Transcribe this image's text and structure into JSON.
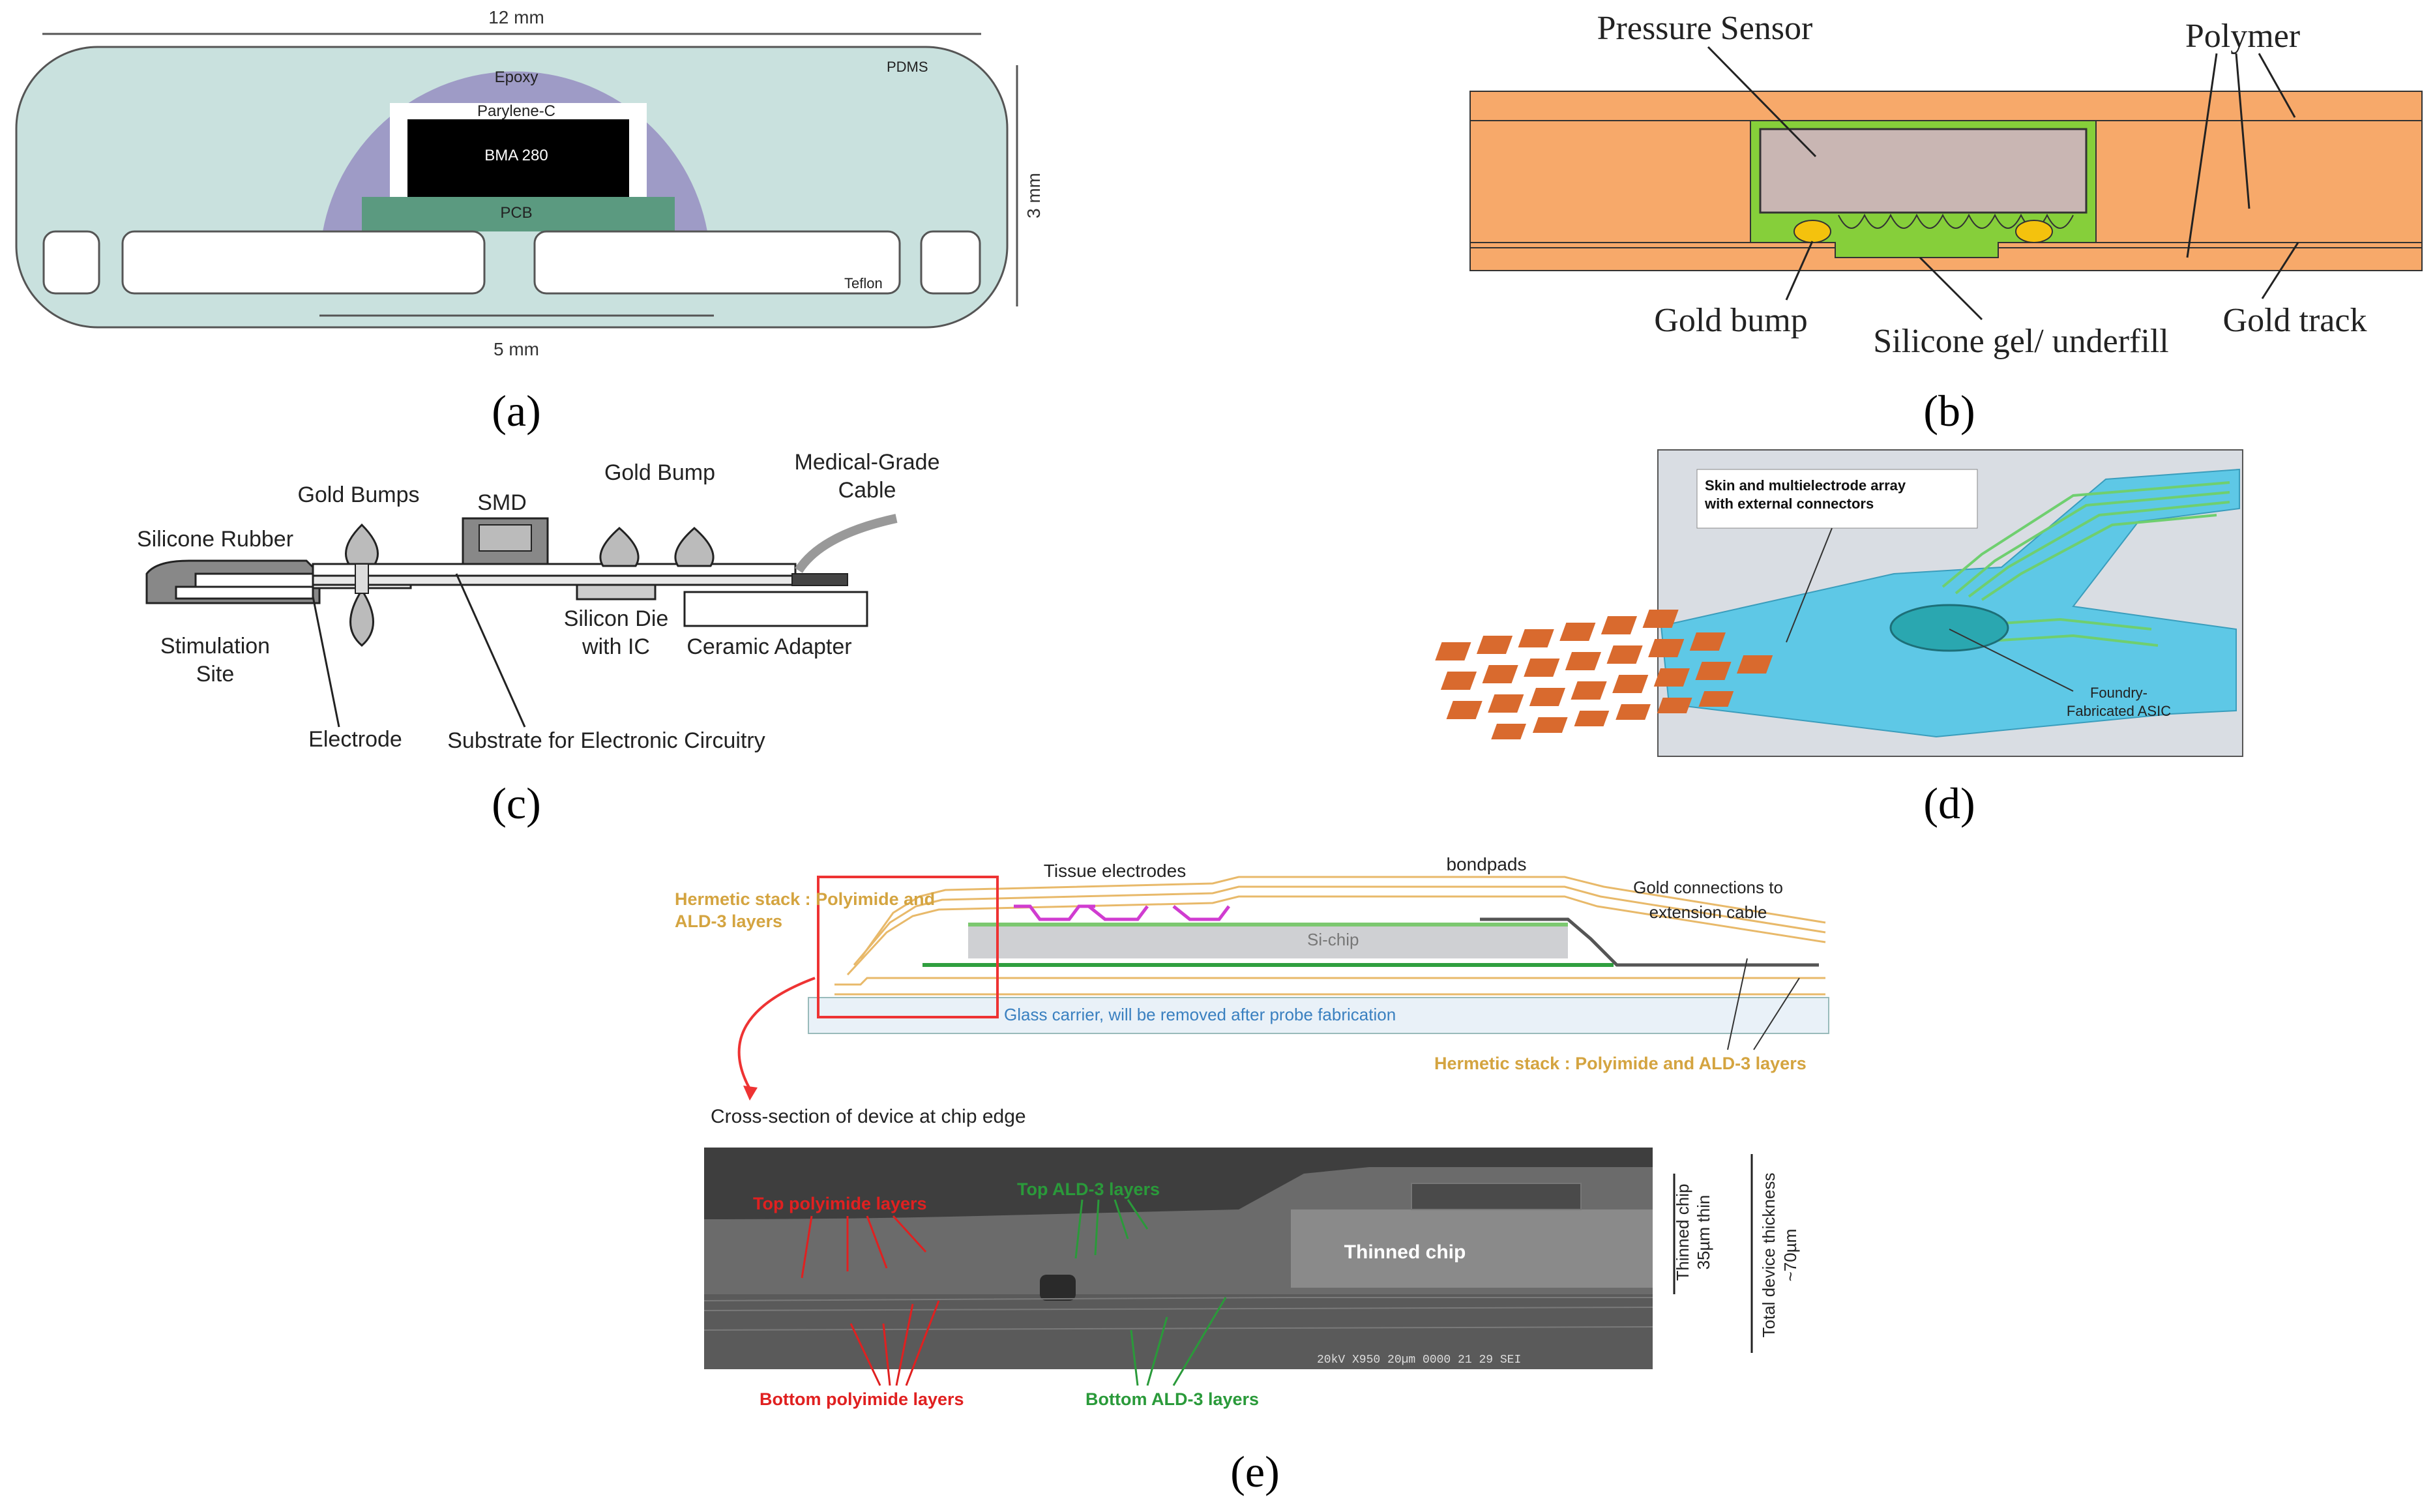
{
  "panel_a": {
    "width_label": "12 mm",
    "height_label": "3 mm",
    "bottom_label": "5 mm",
    "pdms": "PDMS",
    "epoxy": "Epoxy",
    "parylene": "Parylene-C",
    "chip": "BMA 280",
    "pcb": "PCB",
    "teflon": "Teflon",
    "caption": "(a)",
    "colors": {
      "body": "#c9e1de",
      "epoxy": "#9e9bc6",
      "pcb": "#5b9a80",
      "chip": "#000000"
    }
  },
  "panel_b": {
    "pressure_sensor": "Pressure Sensor",
    "polymer": "Polymer",
    "gold_bump": "Gold bump",
    "silicone": "Silicone gel/ underfill",
    "gold_track": "Gold track",
    "caption": "(b)",
    "colors": {
      "polymer": "#f7a96a",
      "gel": "#86cf3a",
      "sensor": "#c9b6b3",
      "bump": "#f4c20d"
    }
  },
  "panel_c": {
    "gold_bumps": "Gold Bumps",
    "smd": "SMD",
    "gold_bump": "Gold Bump",
    "medical_cable_1": "Medical-Grade",
    "medical_cable_2": "Cable",
    "silicone_rubber": "Silicone Rubber",
    "stimulation_1": "Stimulation",
    "stimulation_2": "Site",
    "electrode": "Electrode",
    "silicon_die_1": "Silicon Die",
    "silicon_die_2": "with IC",
    "ceramic": "Ceramic Adapter",
    "substrate": "Substrate for Electronic Circuitry",
    "caption": "(c)"
  },
  "panel_d": {
    "callout_1": "Skin and multielectrode array",
    "callout_2": "with external connectors",
    "asic_1": "Foundry-",
    "asic_2": "Fabricated ASIC",
    "caption": "(d)",
    "colors": {
      "substrate": "#5ec8e6",
      "pad": "#d96a2e",
      "asic": "#2aa7b0",
      "trace": "#6fcf6f"
    }
  },
  "panel_e": {
    "tissue_electrodes": "Tissue electrodes",
    "bondpads": "bondpads",
    "gold_conn_1": "Gold connections to",
    "gold_conn_2": "extension cable",
    "hermetic_top_1": "Hermetic stack : Polyimide and",
    "hermetic_top_2": "ALD-3 layers",
    "si_chip": "Si-chip",
    "glass": "Glass carrier, will be removed after probe fabrication",
    "hermetic_bottom": "Hermetic stack : Polyimide and ALD-3 layers",
    "cross_section": "Cross-section of device at chip edge",
    "top_polyimide": "Top polyimide layers",
    "top_ald": "Top ALD-3 layers",
    "thinned_chip": "Thinned chip",
    "bottom_polyimide": "Bottom  polyimide layers",
    "bottom_ald": "Bottom  ALD-3 layers",
    "thinned_1": "Thinned chip",
    "thinned_2": "35µm thin",
    "total_1": "Total device thickness",
    "total_2": "~70µm",
    "sem_info": "20kV    X950  20µm  0000 21 29 SEI",
    "caption": "(e)"
  }
}
